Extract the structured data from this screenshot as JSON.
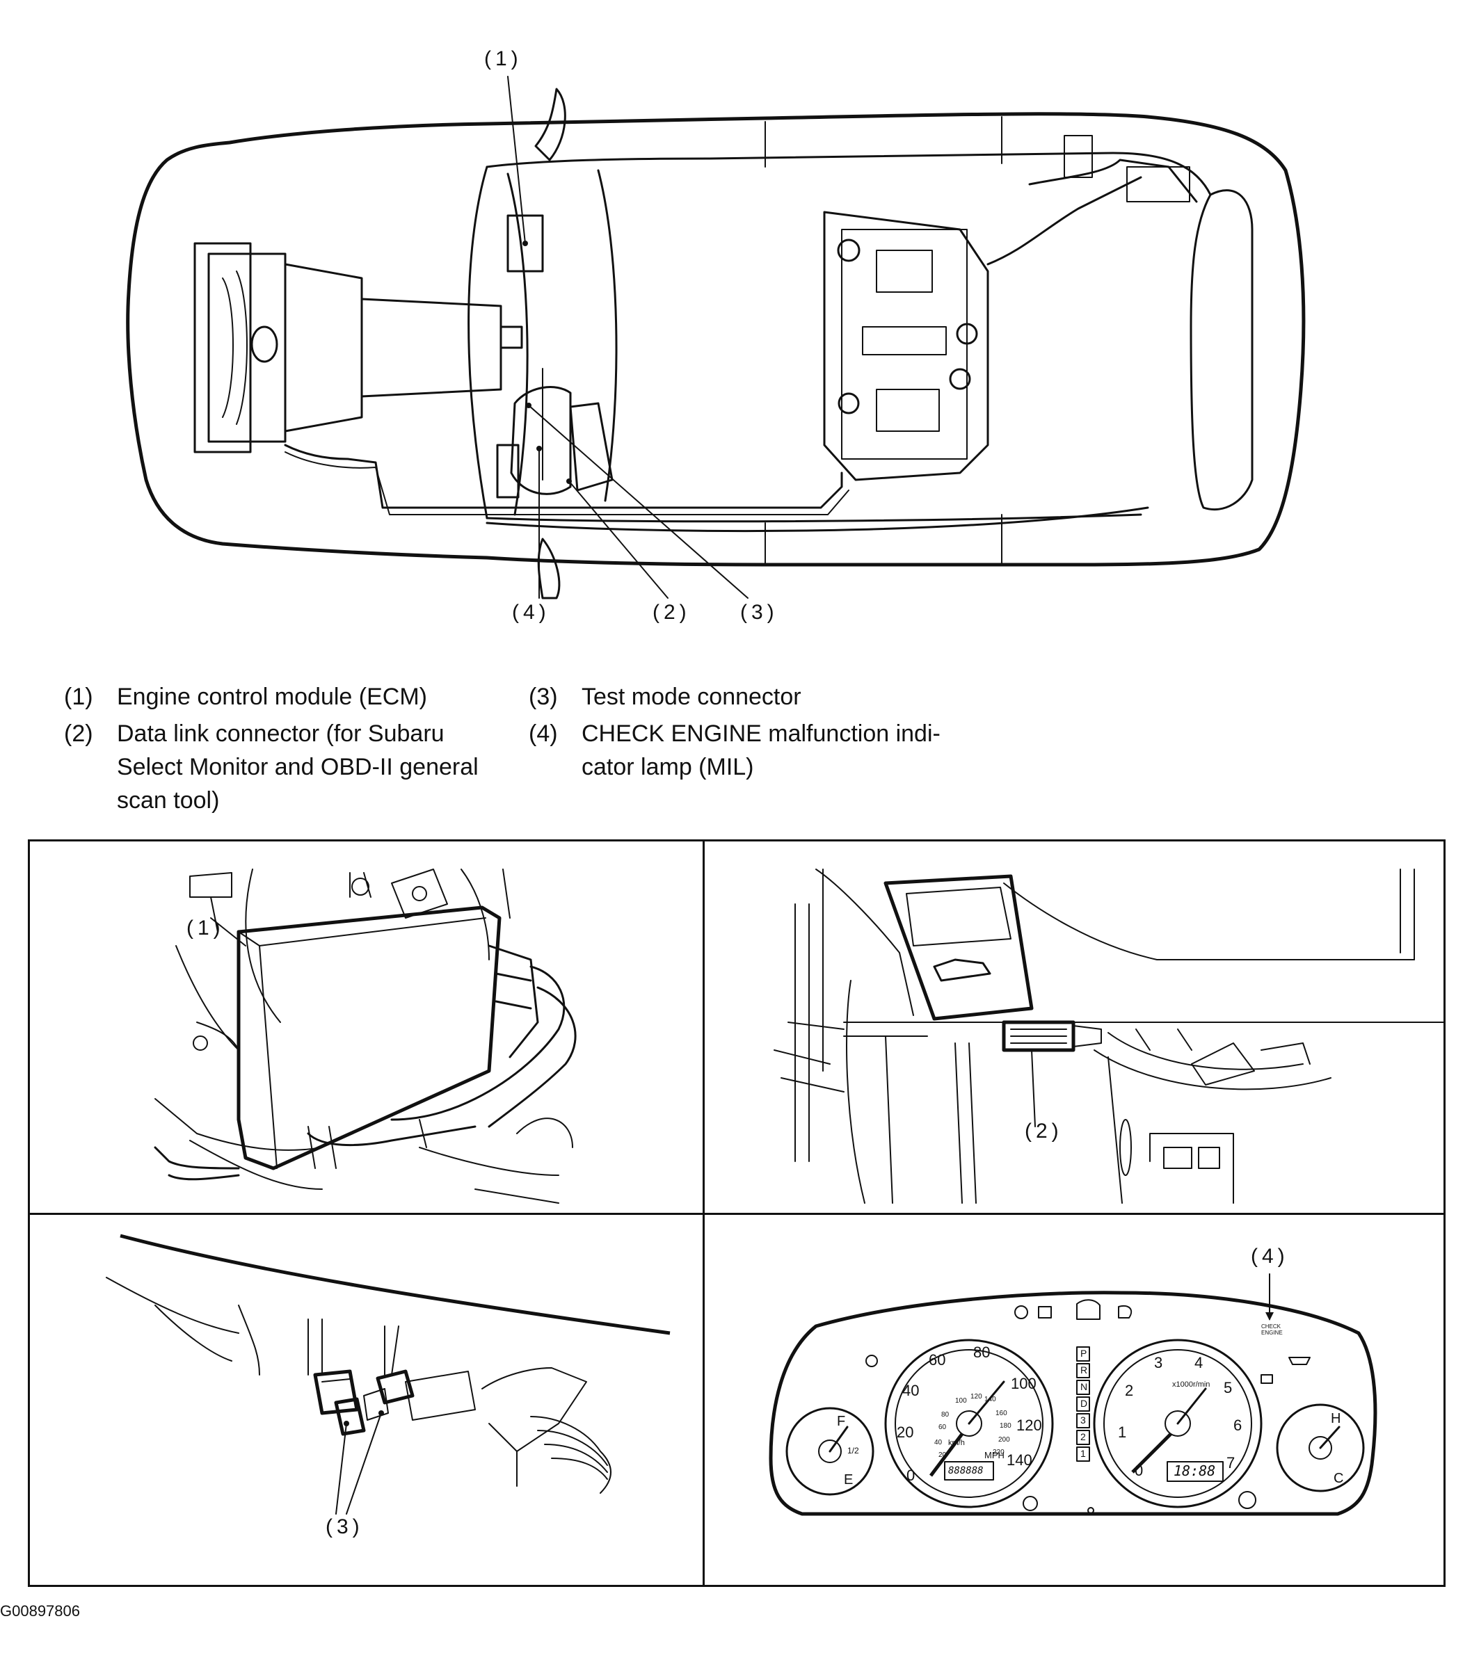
{
  "overview": {
    "callouts": [
      "(1)",
      "(2)",
      "(3)",
      "(4)"
    ]
  },
  "legend": {
    "items": [
      {
        "num": "(1)",
        "text": "Engine control module (ECM)"
      },
      {
        "num": "(2)",
        "text_lines": [
          "Data link connector (for Subaru",
          "Select Monitor and OBD-II general",
          "scan tool)"
        ]
      },
      {
        "num": "(3)",
        "text": "Test mode connector"
      },
      {
        "num": "(4)",
        "text_lines": [
          "CHECK ENGINE malfunction indi-",
          "cator lamp (MIL)"
        ]
      }
    ]
  },
  "panels": {
    "ecm": {
      "callout": "(1)"
    },
    "data_link": {
      "callout": "(2)"
    },
    "test_mode": {
      "callout": "(3)"
    },
    "cluster": {
      "callout": "(4)",
      "speedometer_kmh": [
        "20",
        "40",
        "60",
        "80",
        "100",
        "120",
        "140",
        "160",
        "180",
        "200",
        "220"
      ],
      "speedometer_mph": [
        "0",
        "20",
        "40",
        "60",
        "80",
        "100",
        "120",
        "140"
      ],
      "speedo_unit_kmh": "km/h",
      "speedo_unit_mph": "MPH",
      "tachometer": [
        "0",
        "1",
        "2",
        "3",
        "4",
        "5",
        "6",
        "7"
      ],
      "tacho_unit": "x1000r/min",
      "odometer": "888888",
      "clock": "18:88",
      "gear_indicator": [
        "P",
        "R",
        "N",
        "D",
        "3",
        "2",
        "1"
      ],
      "fuel_labels": [
        "F",
        "1/2",
        "E"
      ],
      "temp_labels": [
        "H",
        "C"
      ],
      "check_engine_label": [
        "CHECK",
        "ENGINE"
      ]
    }
  },
  "figure_id": "G00897806"
}
